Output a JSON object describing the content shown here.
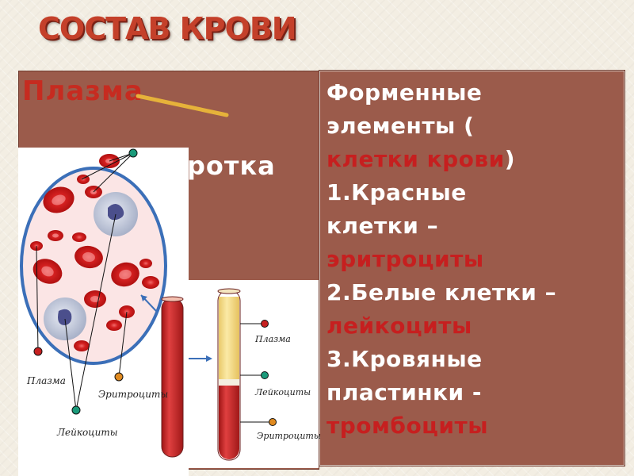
{
  "slide": {
    "title": "СОСТАВ КРОВИ",
    "left": {
      "plasma": "Плазма",
      "serum": "ротка"
    },
    "right": {
      "l1": "Форменные",
      "l2a": "элементы (",
      "l3a": "клетки крови",
      "l3b": ")",
      "l4": "1.Красные",
      "l5": "клетки –",
      "l6": "эритроциты",
      "l7": "2.Белые клетки –",
      "l8": "лейкоциты",
      "l9": "3.Кровяные",
      "l10": "пластинки -",
      "l11": "тромбоциты"
    },
    "diagram_labels": {
      "plasma": "Плазма",
      "erythrocytes": "Эритроциты",
      "leukocytes": "Лейкоциты",
      "tube_plasma": "Плазма",
      "tube_leukocytes": "Лейкоциты",
      "tube_erythrocytes": "Эритроциты"
    },
    "colors": {
      "panel": "#9b5b4b",
      "accent_red": "#c61f1f",
      "title": "#c4402a"
    }
  }
}
